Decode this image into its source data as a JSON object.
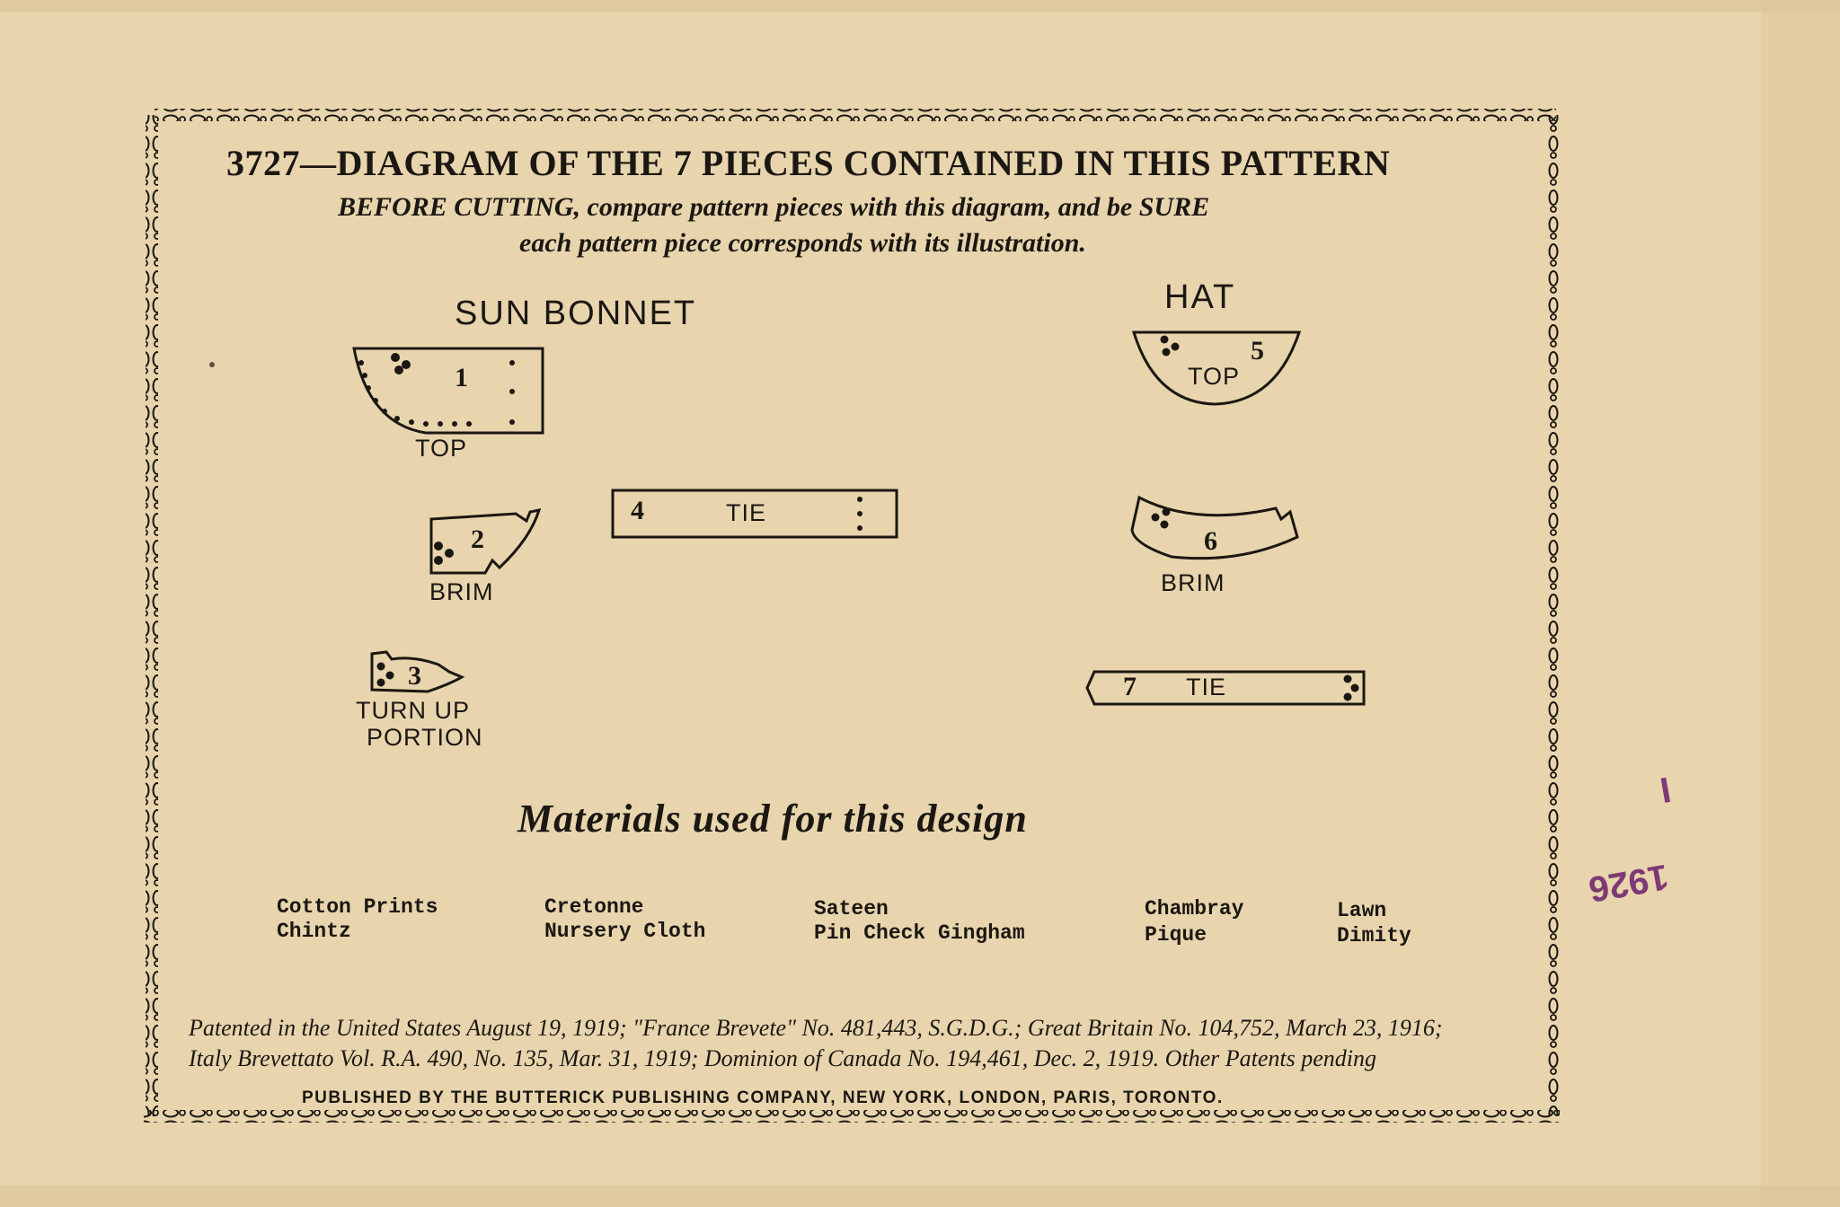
{
  "header": {
    "title": "3727—DIAGRAM OF THE 7 PIECES CONTAINED IN THIS PATTERN",
    "subtitle_line1": "BEFORE CUTTING, compare pattern pieces with this diagram, and be SURE",
    "subtitle_line2": "each pattern piece corresponds with its illustration."
  },
  "sections": {
    "sun_bonnet": "SUN BONNET",
    "hat": "HAT"
  },
  "pieces": [
    {
      "number": "1",
      "label": "TOP"
    },
    {
      "number": "2",
      "label": "BRIM"
    },
    {
      "number": "3",
      "label": "TURN UP",
      "label2": "PORTION"
    },
    {
      "number": "4",
      "label": "TIE"
    },
    {
      "number": "5",
      "label": "TOP"
    },
    {
      "number": "6",
      "label": "BRIM"
    },
    {
      "number": "7",
      "label": "TIE"
    }
  ],
  "materials": {
    "title": "Materials used for this design",
    "columns": [
      [
        "Cotton Prints",
        "Chintz"
      ],
      [
        "Cretonne",
        "Nursery Cloth"
      ],
      [
        "Sateen",
        "Pin Check Gingham"
      ],
      [
        "Chambray",
        "Pique"
      ],
      [
        "Lawn",
        "Dimity"
      ]
    ]
  },
  "patent": {
    "line1": "Patented in the United States August 19, 1919; \"France Brevete\" No. 481,443, S.G.D.G.; Great Britain No. 104,752, March 23, 1916;",
    "line2": "Italy Brevettato Vol. R.A. 490, No. 135, Mar. 31, 1919; Dominion of Canada No. 194,461, Dec. 2, 1919. Other Patents pending"
  },
  "publisher": "PUBLISHED BY THE BUTTERICK PUBLISHING COMPANY, NEW YORK, LONDON, PARIS, TORONTO.",
  "stamp": {
    "year": "1926",
    "mark": "I"
  },
  "colors": {
    "paper": "#e8d5ae",
    "ink": "#1b1712",
    "stamp": "#7d3a74"
  }
}
